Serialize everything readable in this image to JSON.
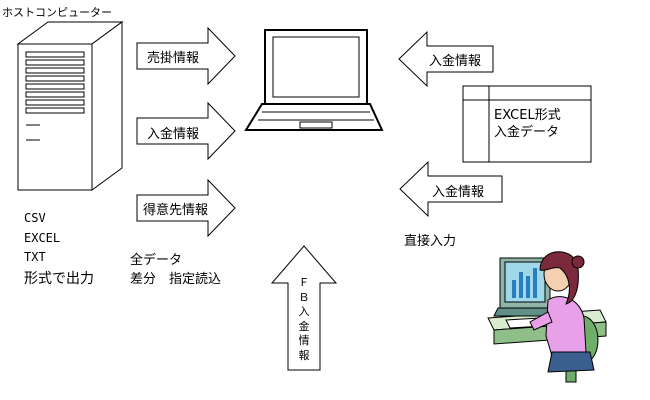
{
  "host": {
    "title": "ホストコンピューター",
    "formats": [
      "CSV",
      "EXCEL",
      "TXT"
    ],
    "output_caption": "形式で出力",
    "all_data": "全データ",
    "diff_read": "差分　指定読込"
  },
  "arrows": {
    "sales": "売掛情報",
    "payment": "入金情報",
    "customer": "得意先情報",
    "payment_in": "入金情報",
    "payment_direct": "入金情報",
    "fb": [
      "Ｆ",
      "Ｂ",
      "入",
      "金",
      "情",
      "報"
    ]
  },
  "excel_box": {
    "line1": "EXCEL形式",
    "line2": "入金データ"
  },
  "direct_input": "直接入力"
}
